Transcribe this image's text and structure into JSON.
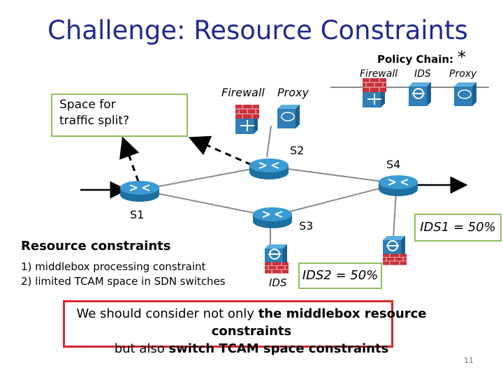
{
  "title": "Challenge: Resource Constraints",
  "policy_chain": {
    "title": "Policy Chain:",
    "star": "*",
    "items": [
      "Firewall",
      "IDS",
      "Proxy"
    ]
  },
  "middle_chain_labels": {
    "firewall": "Firewall",
    "proxy": "Proxy"
  },
  "split_box": {
    "line1": "Space for",
    "line2": "traffic split?"
  },
  "switches": {
    "s1": "S1",
    "s2": "S2",
    "s3": "S3",
    "s4": "S4"
  },
  "ids_label": "IDS",
  "ids1_note": "IDS1 = 50%",
  "ids2_note": "IDS2 = 50%",
  "resource_constraints": {
    "title": "Resource constraints",
    "item1": "1) middlebox processing constraint",
    "item2": "2) limited TCAM space in SDN switches"
  },
  "note": {
    "part1": "We should consider not only ",
    "part2": "the middlebox resource constraints",
    "part3": "but also ",
    "part4": "switch TCAM space constraints"
  },
  "page_number": "11",
  "colors": {
    "title": "#1f2a8c",
    "switch": "#2b8ec7",
    "firewall": "#c9313a",
    "device": "#3a90c8",
    "green_box": "#8fbf5a",
    "red_box": "#d9262c"
  }
}
